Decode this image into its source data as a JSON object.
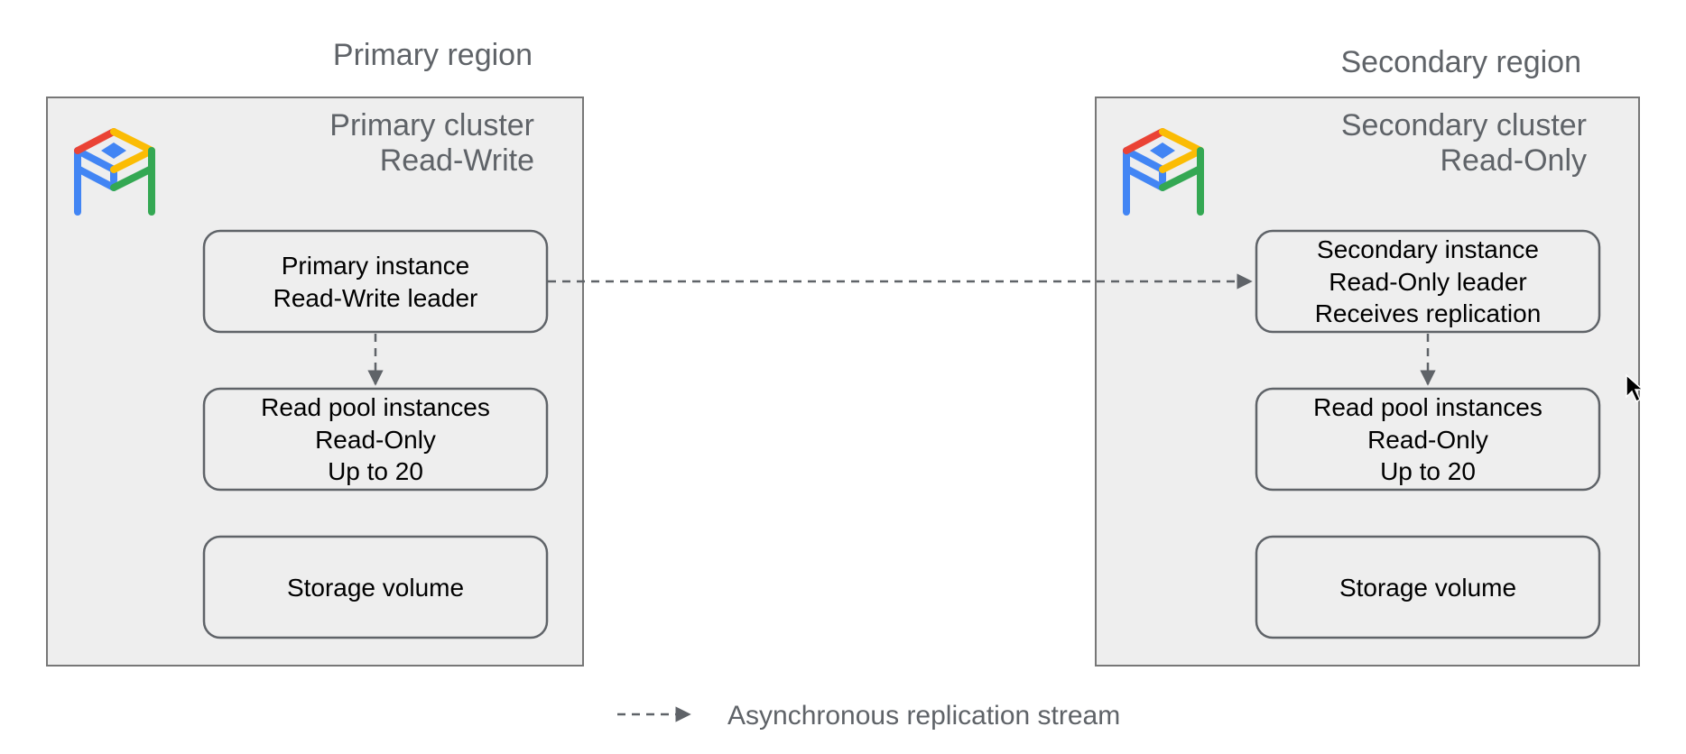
{
  "regions": {
    "primary_label": "Primary region",
    "secondary_label": "Secondary region"
  },
  "primary_cluster": {
    "title_line1": "Primary cluster",
    "title_line2": "Read-Write",
    "instance": [
      "Primary instance",
      "Read-Write leader"
    ],
    "read_pool": [
      "Read pool instances",
      "Read-Only",
      "Up to 20"
    ],
    "storage": "Storage volume"
  },
  "secondary_cluster": {
    "title_line1": "Secondary cluster",
    "title_line2": "Read-Only",
    "instance": [
      "Secondary instance",
      "Read-Only leader",
      "Receives replication"
    ],
    "read_pool": [
      "Read pool instances",
      "Read-Only",
      "Up to 20"
    ],
    "storage": "Storage volume"
  },
  "legend": {
    "label": "Asynchronous replication stream"
  },
  "colors": {
    "cluster_fill": "#eeeeee",
    "cluster_stroke": "#777777",
    "box_stroke": "#5f6368",
    "arrow": "#5f6368",
    "logo_red": "#ea4335",
    "logo_yellow": "#fbbc04",
    "logo_blue": "#4285f4",
    "logo_green": "#34a853"
  }
}
